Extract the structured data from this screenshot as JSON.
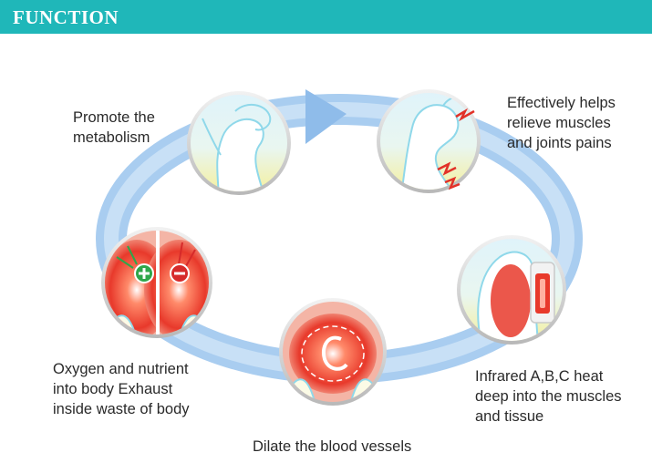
{
  "header": {
    "title": "FUNCTION"
  },
  "labels": {
    "metabolism": [
      "Promote the",
      "metabolism"
    ],
    "relieve": [
      "Effectively helps",
      "relieve muscles",
      "and joints pains"
    ],
    "oxygen": [
      "Oxygen and nutrient",
      "into body Exhaust",
      "inside waste of body"
    ],
    "dilate": [
      "Dilate the blood vessels"
    ],
    "infrared": [
      "Infrared A,B,C heat",
      "deep into the muscles",
      "and tissue"
    ]
  },
  "colors": {
    "header": "#1fb7b9",
    "cycle_arrow": "#a9cdf0",
    "heat_red": "#e8392b",
    "skin_outline": "#8fd8ea",
    "plus_green": "#2fa64a",
    "minus_red": "#d62a2a"
  },
  "icons": [
    "plus-icon",
    "minus-icon",
    "lightning-icon",
    "heating-pad-icon"
  ]
}
